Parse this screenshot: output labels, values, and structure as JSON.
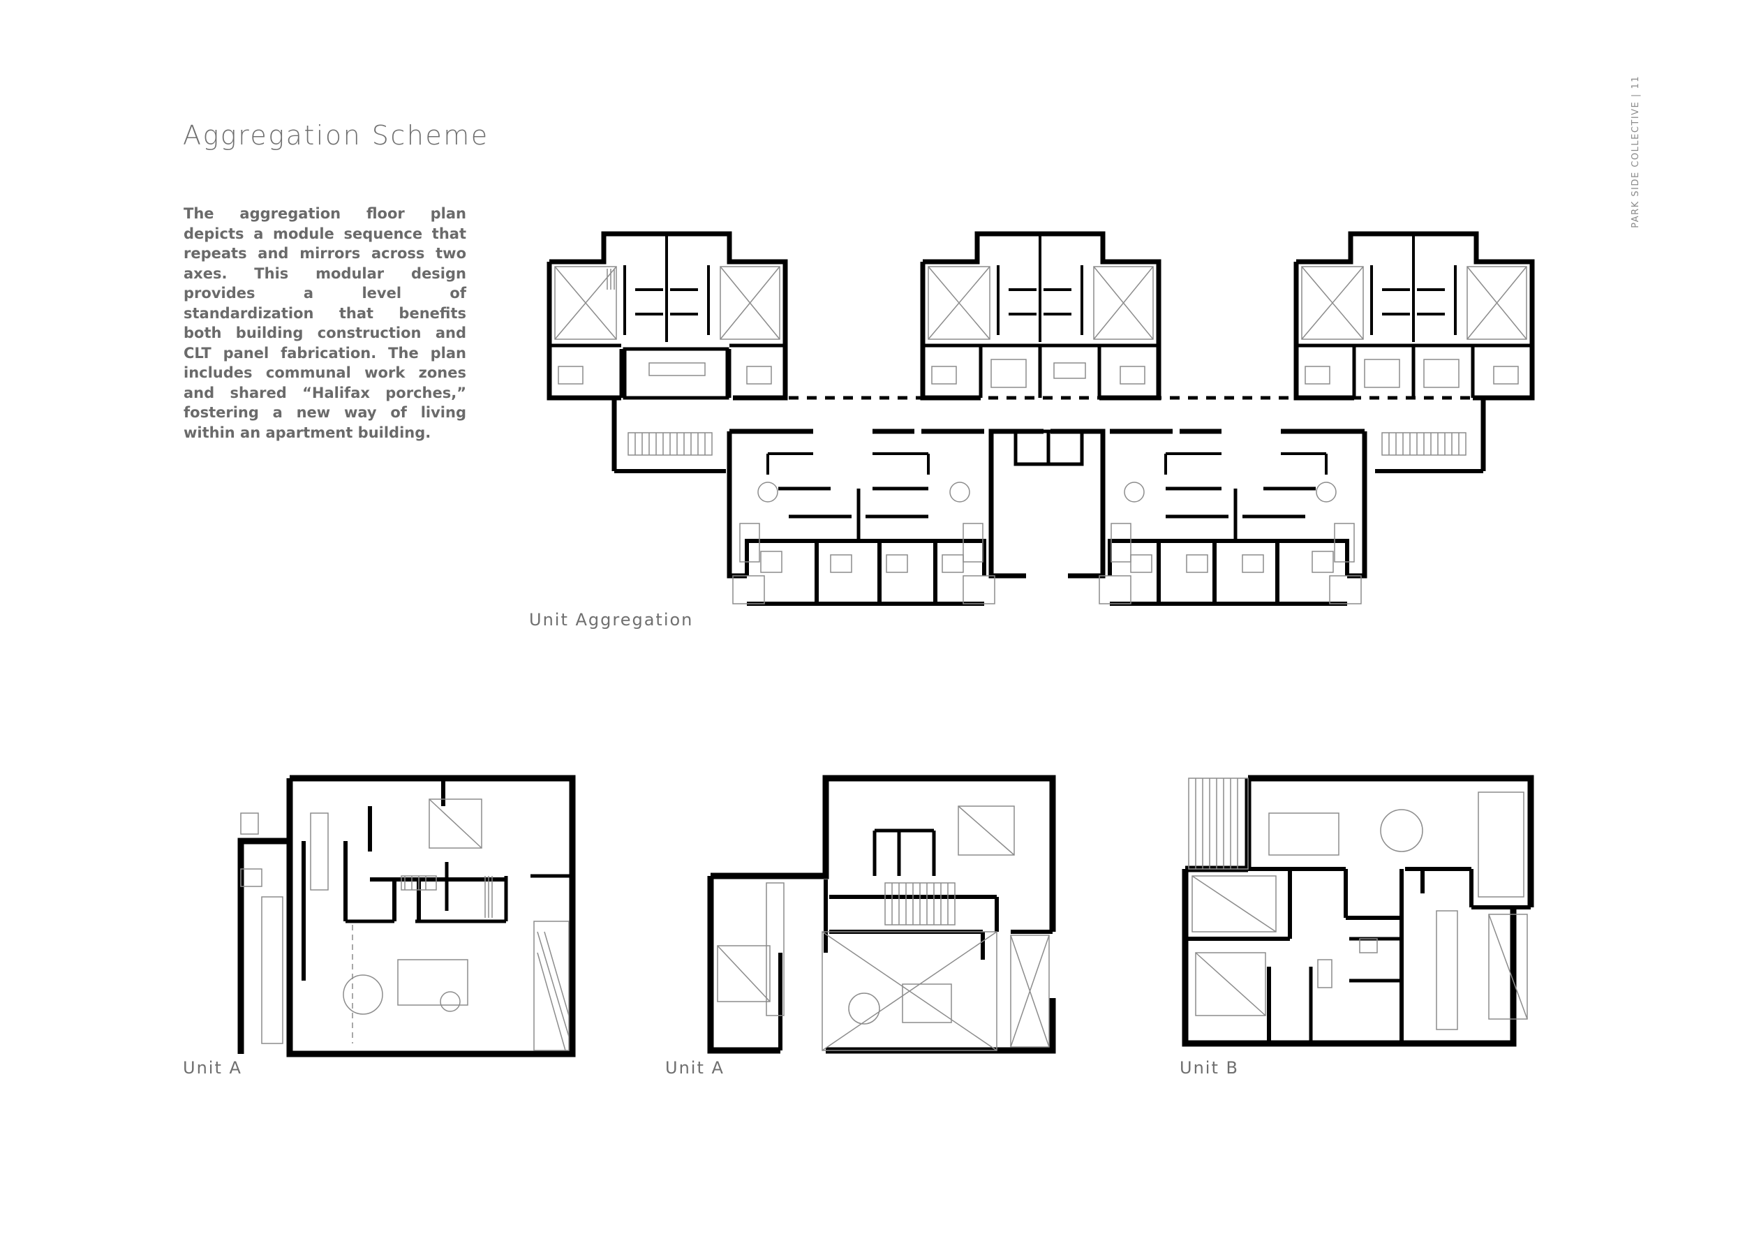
{
  "page": {
    "title": "Aggregation Scheme",
    "description": "The aggregation floor plan depicts a module sequence that repeats and mirrors across two axes. This modular design provides a level of standardization that benefits both building construction and CLT panel fabrication. The plan includes communal work zones and shared “Halifax porches,” fostering a new way of living within an apartment building.",
    "side_label": "PARK SIDE COLLECTIVE",
    "page_number": "11"
  },
  "plans": {
    "aggregation": {
      "caption": "Unit Aggregation"
    },
    "unit_a_1": {
      "caption": "Unit A"
    },
    "unit_a_2": {
      "caption": "Unit A"
    },
    "unit_b": {
      "caption": "Unit B"
    }
  },
  "colors": {
    "wall": "#000000",
    "line": "#8c8c8c",
    "text": "#6f6f6f"
  }
}
